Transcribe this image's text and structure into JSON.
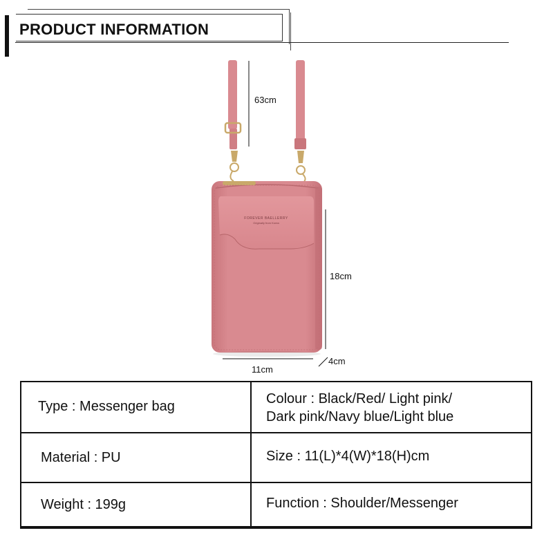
{
  "header": {
    "title": "PRODUCT INFORMATION"
  },
  "dimensions": {
    "strap": "63cm",
    "height": "18cm",
    "length": "11cm",
    "depth": "4cm"
  },
  "bag_logo": {
    "brand": "FOREVER BAELLERRY",
    "tagline": "Originally from Korea"
  },
  "colors": {
    "bag_pink": "#D9868C",
    "bag_pink_dark": "#C9767C",
    "hardware_gold": "#C9A96A"
  },
  "specs": {
    "type": "Type : Messenger bag",
    "colour_line1": "Colour : Black/Red/ Light pink/",
    "colour_line2": "Dark pink/Navy blue/Light blue",
    "material": "Material : PU",
    "size": "Size : 11(L)*4(W)*18(H)cm",
    "weight": "Weight : 199g",
    "function": "Function : Shoulder/Messenger"
  }
}
